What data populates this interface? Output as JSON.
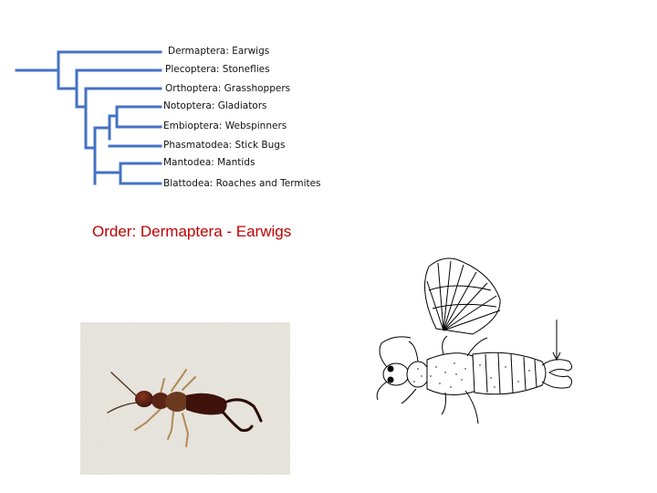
{
  "tree": {
    "taxa": [
      "Dermaptera: Earwigs",
      "Plecoptera: Stoneflies",
      "Orthoptera: Grasshoppers",
      "Notoptera: Gladiators",
      "Embioptera: Webspinners",
      "Phasmatodea: Stick Bugs",
      "Mantodea: Mantids",
      "Blattodea: Roaches and Termites"
    ],
    "branch_color": "#4472c4"
  },
  "title": "Order: Dermaptera - Earwigs",
  "title_color": "#c00000"
}
